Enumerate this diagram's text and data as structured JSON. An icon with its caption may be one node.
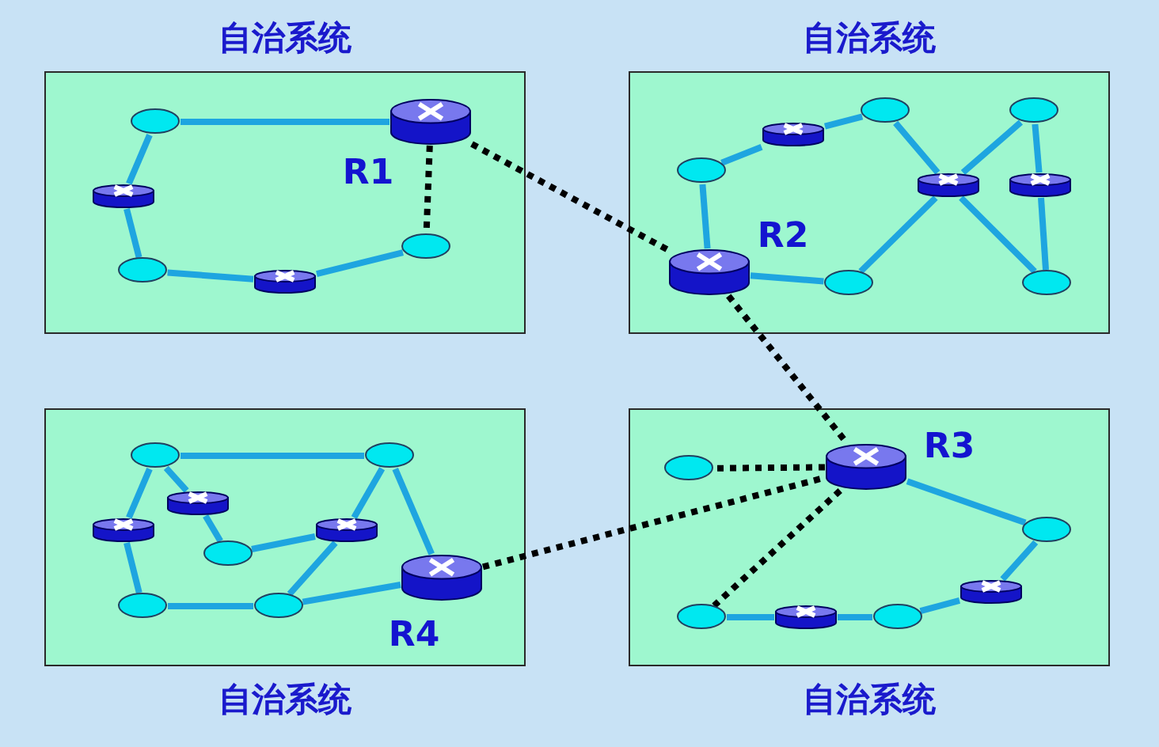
{
  "diagram": {
    "nodes": [
      {
        "text": [
          "自治系统"
        ]
      },
      {
        "text": [],
        "shape": "ellipse",
        "in": 0
      },
      {
        "text": [],
        "shape": "cylinder",
        "in": 0,
        "beside": [
          "R1"
        ]
      },
      {
        "text": [],
        "shape": "cylinder",
        "in": 0
      },
      {
        "text": [],
        "shape": "ellipse",
        "in": 0
      },
      {
        "text": [],
        "shape": "cylinder",
        "in": 0
      },
      {
        "text": [],
        "shape": "ellipse",
        "in": 0
      },
      {
        "text": [
          "自治系统"
        ]
      },
      {
        "text": [],
        "shape": "ellipse",
        "in": 7
      },
      {
        "text": [],
        "shape": "ellipse",
        "in": 7
      },
      {
        "text": [],
        "shape": "cylinder",
        "in": 7
      },
      {
        "text": [],
        "shape": "ellipse",
        "in": 7
      },
      {
        "text": [],
        "shape": "cylinder",
        "in": 7
      },
      {
        "text": [],
        "shape": "cylinder",
        "in": 7
      },
      {
        "text": [],
        "shape": "cylinder",
        "in": 7,
        "beside": [
          "R2"
        ]
      },
      {
        "text": [],
        "shape": "ellipse",
        "in": 7
      },
      {
        "text": [],
        "shape": "ellipse",
        "in": 7
      },
      {
        "text": [
          "自治系统"
        ]
      },
      {
        "text": [],
        "shape": "ellipse",
        "in": 17
      },
      {
        "text": [],
        "shape": "ellipse",
        "in": 17
      },
      {
        "text": [],
        "shape": "cylinder",
        "in": 17
      },
      {
        "text": [],
        "shape": "cylinder",
        "in": 17
      },
      {
        "text": [],
        "shape": "cylinder",
        "in": 17
      },
      {
        "text": [],
        "shape": "ellipse",
        "in": 17
      },
      {
        "text": [],
        "shape": "cylinder",
        "in": 17,
        "beside": [
          "R4"
        ]
      },
      {
        "text": [],
        "shape": "ellipse",
        "in": 17
      },
      {
        "text": [],
        "shape": "ellipse",
        "in": 17
      },
      {
        "text": [
          "自治系统"
        ]
      },
      {
        "text": [],
        "shape": "cylinder",
        "in": 27,
        "beside": [
          "R3"
        ]
      },
      {
        "text": [],
        "shape": "ellipse",
        "in": 27
      },
      {
        "text": [],
        "shape": "ellipse",
        "in": 27
      },
      {
        "text": [],
        "shape": "cylinder",
        "in": 27
      },
      {
        "text": [],
        "shape": "ellipse",
        "in": 27
      },
      {
        "text": [],
        "shape": "cylinder",
        "in": 27
      },
      {
        "text": [],
        "shape": "ellipse",
        "in": 27
      }
    ],
    "edges": [
      {
        "from": 1,
        "to": 2,
        "arrow": "none"
      },
      {
        "from": 1,
        "to": 3,
        "arrow": "none"
      },
      {
        "from": 3,
        "to": 4,
        "arrow": "none"
      },
      {
        "from": 4,
        "to": 5,
        "arrow": "none"
      },
      {
        "from": 5,
        "to": 6,
        "arrow": "none"
      },
      {
        "from": 2,
        "to": 6,
        "arrow": "none",
        "style": "dashed",
        "color": "#000000"
      },
      {
        "from": 11,
        "to": 10,
        "arrow": "none"
      },
      {
        "from": 10,
        "to": 8,
        "arrow": "none"
      },
      {
        "from": 11,
        "to": 14,
        "arrow": "none"
      },
      {
        "from": 14,
        "to": 15,
        "arrow": "none"
      },
      {
        "from": 15,
        "to": 12,
        "arrow": "none"
      },
      {
        "from": 8,
        "to": 12,
        "arrow": "none"
      },
      {
        "from": 9,
        "to": 12,
        "arrow": "none"
      },
      {
        "from": 12,
        "to": 16,
        "arrow": "none"
      },
      {
        "from": 9,
        "to": 13,
        "arrow": "none"
      },
      {
        "from": 13,
        "to": 16,
        "arrow": "none"
      },
      {
        "from": 18,
        "to": 19,
        "arrow": "none"
      },
      {
        "from": 18,
        "to": 21,
        "arrow": "none"
      },
      {
        "from": 18,
        "to": 20,
        "arrow": "none"
      },
      {
        "from": 20,
        "to": 23,
        "arrow": "none"
      },
      {
        "from": 23,
        "to": 22,
        "arrow": "none"
      },
      {
        "from": 22,
        "to": 19,
        "arrow": "none"
      },
      {
        "from": 19,
        "to": 24,
        "arrow": "none"
      },
      {
        "from": 21,
        "to": 25,
        "arrow": "none"
      },
      {
        "from": 25,
        "to": 26,
        "arrow": "none"
      },
      {
        "from": 26,
        "to": 22,
        "arrow": "none"
      },
      {
        "from": 26,
        "to": 24,
        "arrow": "none"
      },
      {
        "from": 28,
        "to": 30,
        "arrow": "none"
      },
      {
        "from": 30,
        "to": 31,
        "arrow": "none"
      },
      {
        "from": 31,
        "to": 34,
        "arrow": "none"
      },
      {
        "from": 34,
        "to": 33,
        "arrow": "none"
      },
      {
        "from": 33,
        "to": 32,
        "arrow": "none"
      },
      {
        "from": 28,
        "to": 29,
        "arrow": "none",
        "style": "dashed",
        "color": "#000000"
      },
      {
        "from": 28,
        "to": 32,
        "arrow": "none",
        "style": "dashed",
        "color": "#000000"
      },
      {
        "from": 2,
        "to": 14,
        "arrow": "none",
        "style": "dashed",
        "color": "#000000"
      },
      {
        "from": 14,
        "to": 28,
        "arrow": "none",
        "style": "dashed",
        "color": "#000000"
      },
      {
        "from": 24,
        "to": 28,
        "arrow": "none",
        "style": "dashed",
        "color": "#000000"
      }
    ]
  }
}
